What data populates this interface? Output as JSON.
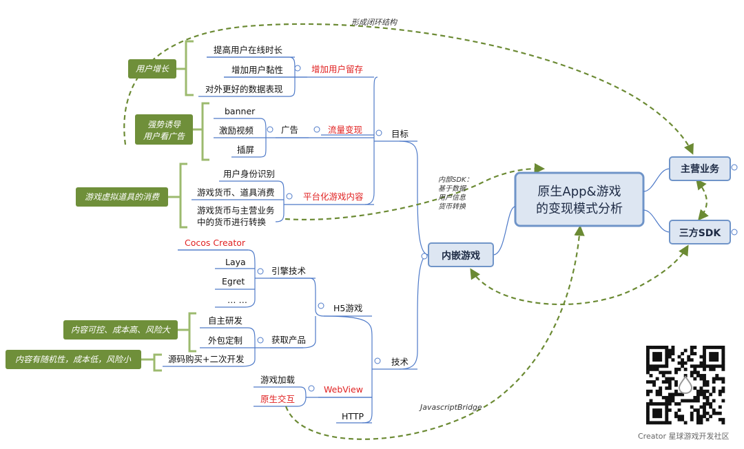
{
  "central": {
    "line1": "原生App&游戏",
    "line2": "的变现模式分析"
  },
  "boxes": {
    "main_business": "主营业务",
    "third_sdk": "三方SDK",
    "embedded_game": "内嵌游戏"
  },
  "branches": {
    "goal": "目标",
    "tech": "技术",
    "retention": "增加用户留存",
    "monetize": "流量变现",
    "platform": "平台化游戏内容",
    "ads": "广告",
    "h5": "H5游戏",
    "webview": "WebView",
    "http": "HTTP",
    "engine": "引擎技术",
    "acquire": "获取产品"
  },
  "leaves": {
    "online_time": "提高用户在线时长",
    "stickiness": "增加用户黏性",
    "data": "对外更好的数据表现",
    "banner": "banner",
    "reward_video": "激励视频",
    "interstitial": "插屏",
    "identity": "用户身份识别",
    "currency": "游戏货币、道具消费",
    "convert_l1": "游戏货币与主营业务",
    "convert_l2": "中的货币进行转换",
    "cocos": "Cocos Creator",
    "laya": "Laya",
    "egret": "Egret",
    "etc": "… …",
    "self_dev": "自主研发",
    "outsource": "外包定制",
    "source_buy": "源码购买+二次开发",
    "game_load": "游戏加载",
    "native_interact": "原生交互"
  },
  "tags": {
    "user_growth": "用户增长",
    "ad_l1": "强势诱导",
    "ad_l2": "用户看广告",
    "virtual_items": "游戏虚拟道具的消费",
    "controllable": "内容可控、成本高、风险大",
    "random": "内容有随机性，成本低，风险小"
  },
  "labels": {
    "closed_loop": "形成闭环结构",
    "sdk_l1": "内部SDK：",
    "sdk_l2": "基于数据",
    "sdk_l3": "用户信息",
    "sdk_l4": "货币转换",
    "bridge": "JavascriptBridge"
  },
  "watermark": "Creator 星球游戏开发社区",
  "colors": {
    "line": "#4d79c8",
    "tag_fill": "#6f8f3a",
    "dashed": "#6b8a33",
    "red_text": "#e02020",
    "box_fill": "#dde6f2",
    "box_border": "#6f94c8"
  }
}
